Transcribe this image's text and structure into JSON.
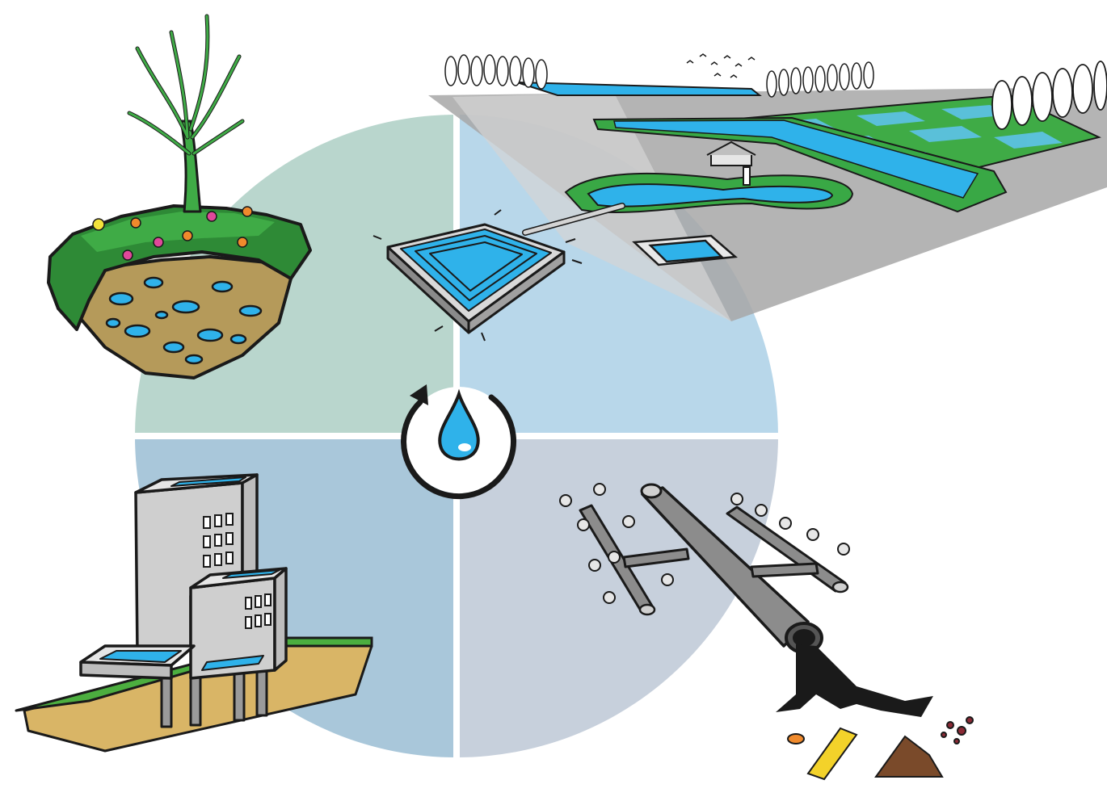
{
  "diagram": {
    "center_icon": "water-cycle-drop-icon",
    "quadrants": [
      {
        "id": "top-left",
        "color": "#b9d6cd",
        "icon": "soil-tree-icon"
      },
      {
        "id": "top-right",
        "color": "#b8d7ea",
        "icon": "rainwater-basin-icon"
      },
      {
        "id": "bottom-left",
        "color": "#a9c7da",
        "icon": "green-roof-building-icon"
      },
      {
        "id": "bottom-right",
        "color": "#c7d0dc",
        "icon": "sewer-pipe-outfall-icon"
      }
    ],
    "colors": {
      "water": "#2fb2ea",
      "grass": "#39a845",
      "soil": "#b59a5a",
      "pipe": "#8c8c8c",
      "ink": "#1a1a1a",
      "divider": "#ffffff"
    }
  }
}
